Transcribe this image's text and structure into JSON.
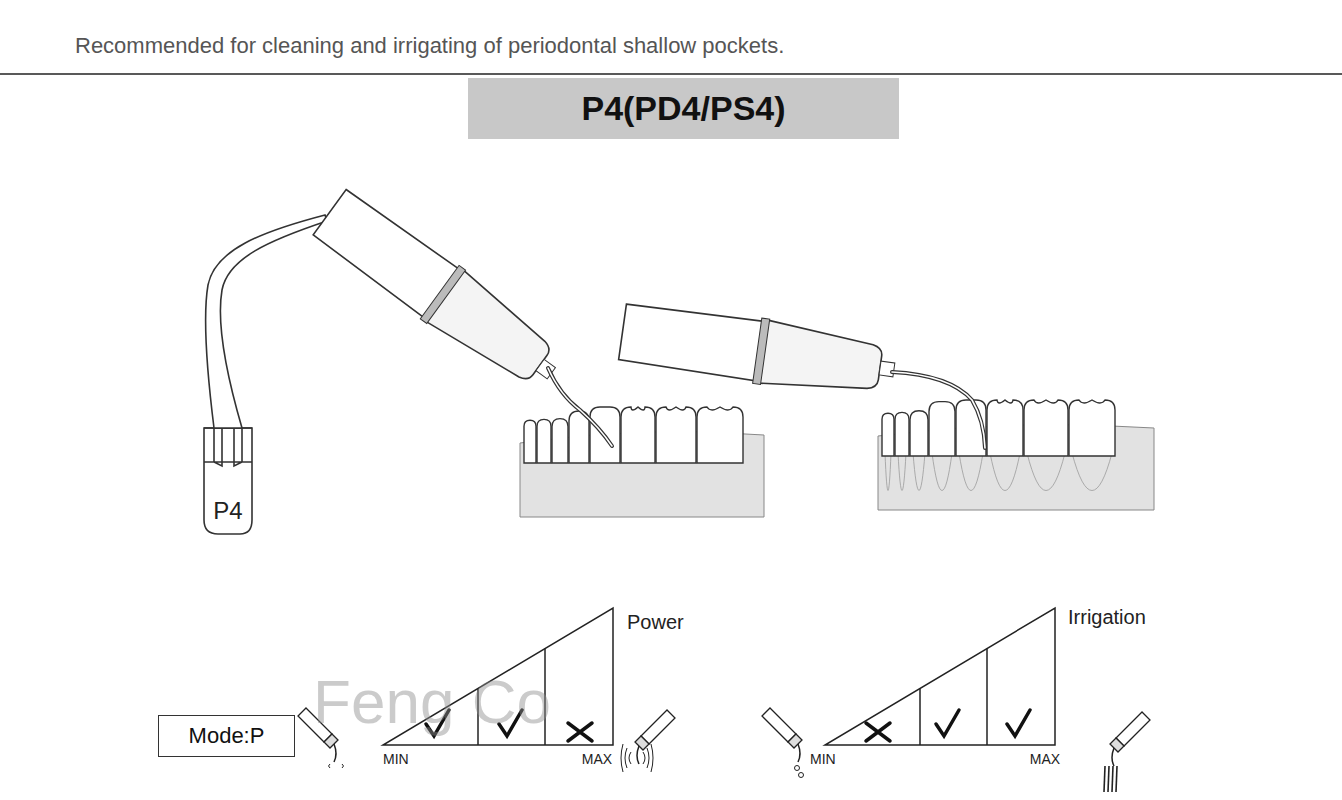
{
  "diagram": {
    "title": "Recommended for cleaning and irrigating of periodontal shallow pockets.",
    "nodes": [
      {
        "text": [
          "P4(PD4/PS4)"
        ]
      },
      {
        "text": [
          "Mode:P"
        ]
      }
    ],
    "labels": [
      "P4",
      "Feng Co",
      "Power",
      "MIN",
      "MAX",
      "Irrigation",
      "MIN",
      "MAX"
    ]
  }
}
